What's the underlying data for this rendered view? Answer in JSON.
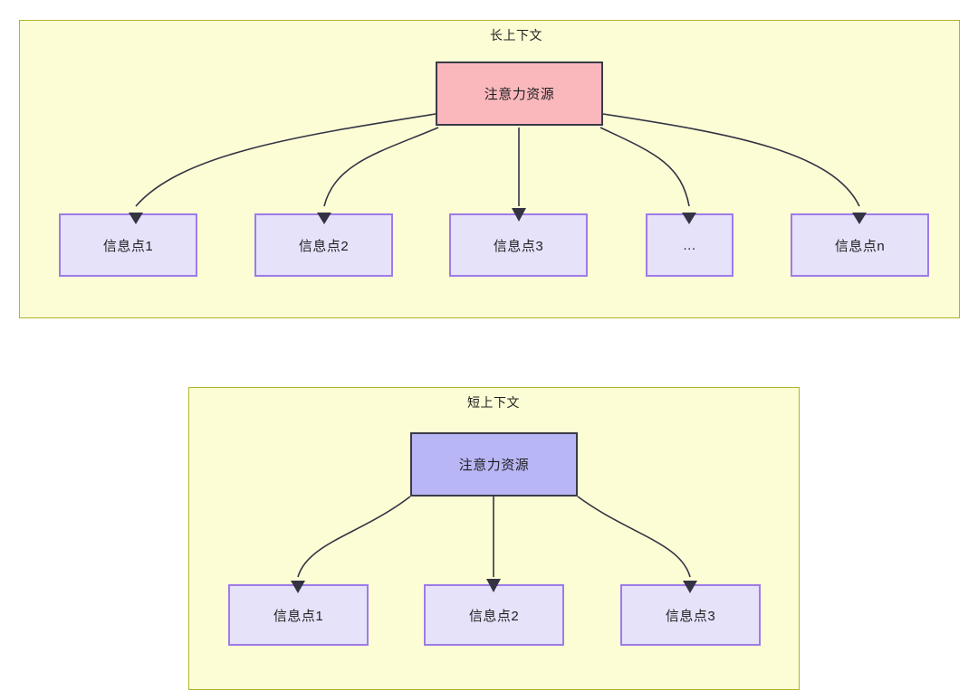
{
  "diagram": {
    "title_visible": false,
    "colors": {
      "container_fill": "#FDFDD5",
      "container_border": "#AFB42B",
      "attention_long_fill": "#FAB8BD",
      "attention_short_fill": "#B8B6F5",
      "attention_border": "#3b3b47",
      "info_fill": "#E6E2FA",
      "info_border": "#9E7BE8",
      "edge_stroke": "#333344"
    },
    "groups": [
      {
        "id": "long-context",
        "label": "长上下文",
        "root": {
          "label": "注意力资源"
        },
        "children": [
          {
            "label": "信息点1"
          },
          {
            "label": "信息点2"
          },
          {
            "label": "信息点3"
          },
          {
            "label": "..."
          },
          {
            "label": "信息点n"
          }
        ]
      },
      {
        "id": "short-context",
        "label": "短上下文",
        "root": {
          "label": "注意力资源"
        },
        "children": [
          {
            "label": "信息点1"
          },
          {
            "label": "信息点2"
          },
          {
            "label": "信息点3"
          }
        ]
      }
    ]
  }
}
